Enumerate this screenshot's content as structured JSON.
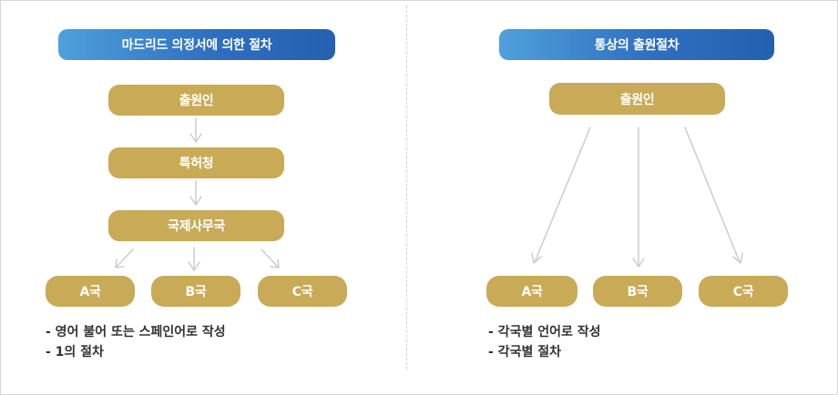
{
  "left": {
    "title": "마드리드 의정서에 의한 절차",
    "flow": [
      "출원인",
      "특허청",
      "국제사무국"
    ],
    "countries": [
      "A국",
      "B국",
      "C국"
    ],
    "notes": [
      "- 영어 불어 또는 스페인어로 작성",
      "- 1의 절차"
    ]
  },
  "right": {
    "title": "통상의 출원절차",
    "applicant": "출원인",
    "countries": [
      "A국",
      "B국",
      "C국"
    ],
    "notes": [
      "- 각국별 언어로 작성",
      "- 각국별 절차"
    ]
  },
  "colors": {
    "title_gradient_start": "#4fa0db",
    "title_gradient_end": "#2560b0",
    "node_gold": "#c8aa57",
    "arrow_gray": "#cccccc"
  }
}
